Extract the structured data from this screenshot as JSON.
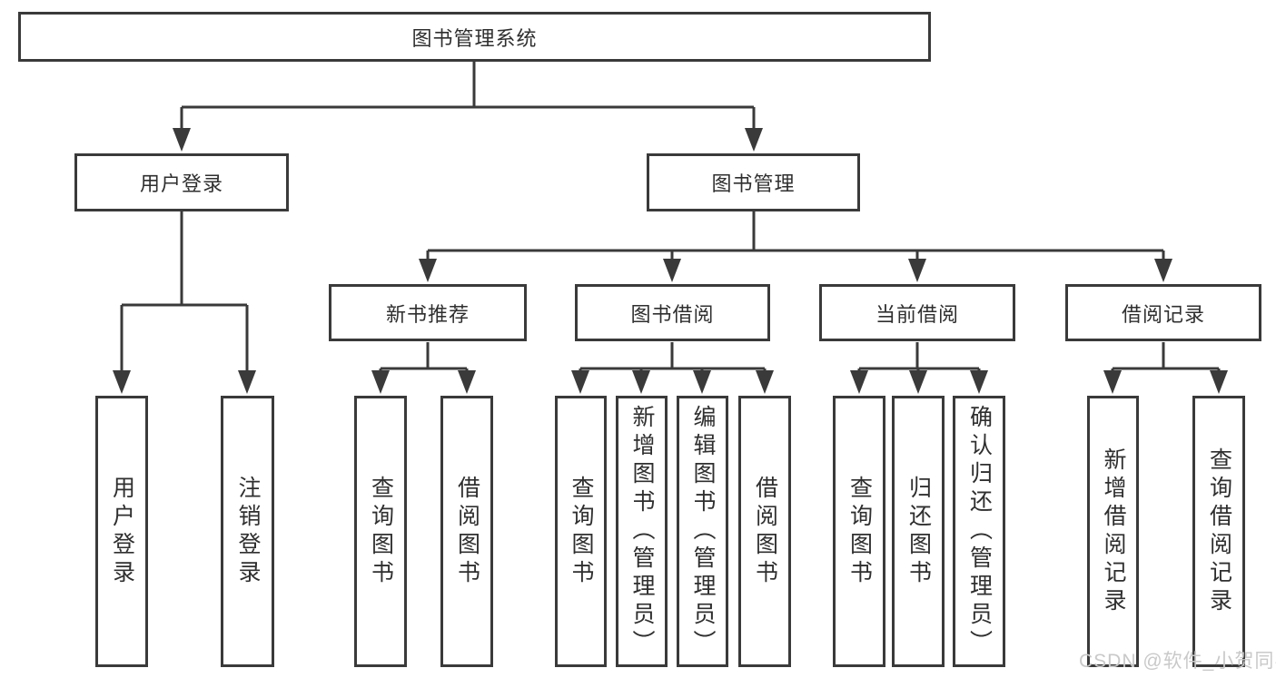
{
  "colors": {
    "line": "#3a3a3a",
    "text": "#2f2f2f",
    "background": "#ffffff",
    "watermark": "#c9c9c9"
  },
  "nodes": {
    "root": {
      "label": "图书管理系统"
    },
    "user_login": {
      "label": "用户登录"
    },
    "book_mgmt": {
      "label": "图书管理"
    },
    "new_books": {
      "label": "新书推荐"
    },
    "book_borrow": {
      "label": "图书借阅"
    },
    "current_borrow": {
      "label": "当前借阅"
    },
    "borrow_records": {
      "label": "借阅记录"
    },
    "leaves": {
      "user_login": {
        "label": "用户登录"
      },
      "logout": {
        "label": "注销登录"
      },
      "nb_query": {
        "label": "查询图书"
      },
      "nb_borrow": {
        "label": "借阅图书"
      },
      "bb_query": {
        "label": "查询图书"
      },
      "bb_add": {
        "label": "新增图书（管理员）"
      },
      "bb_edit": {
        "label": "编辑图书（管理员）"
      },
      "bb_borrow": {
        "label": "借阅图书"
      },
      "cb_query": {
        "label": "查询图书"
      },
      "cb_return": {
        "label": "归还图书"
      },
      "cb_confirm": {
        "label": "确认归还（管理员）"
      },
      "br_add": {
        "label": "新增借阅记录"
      },
      "br_query": {
        "label": "查询借阅记录"
      }
    }
  },
  "watermark": {
    "text": "CSDN @软件_小贺同学"
  }
}
